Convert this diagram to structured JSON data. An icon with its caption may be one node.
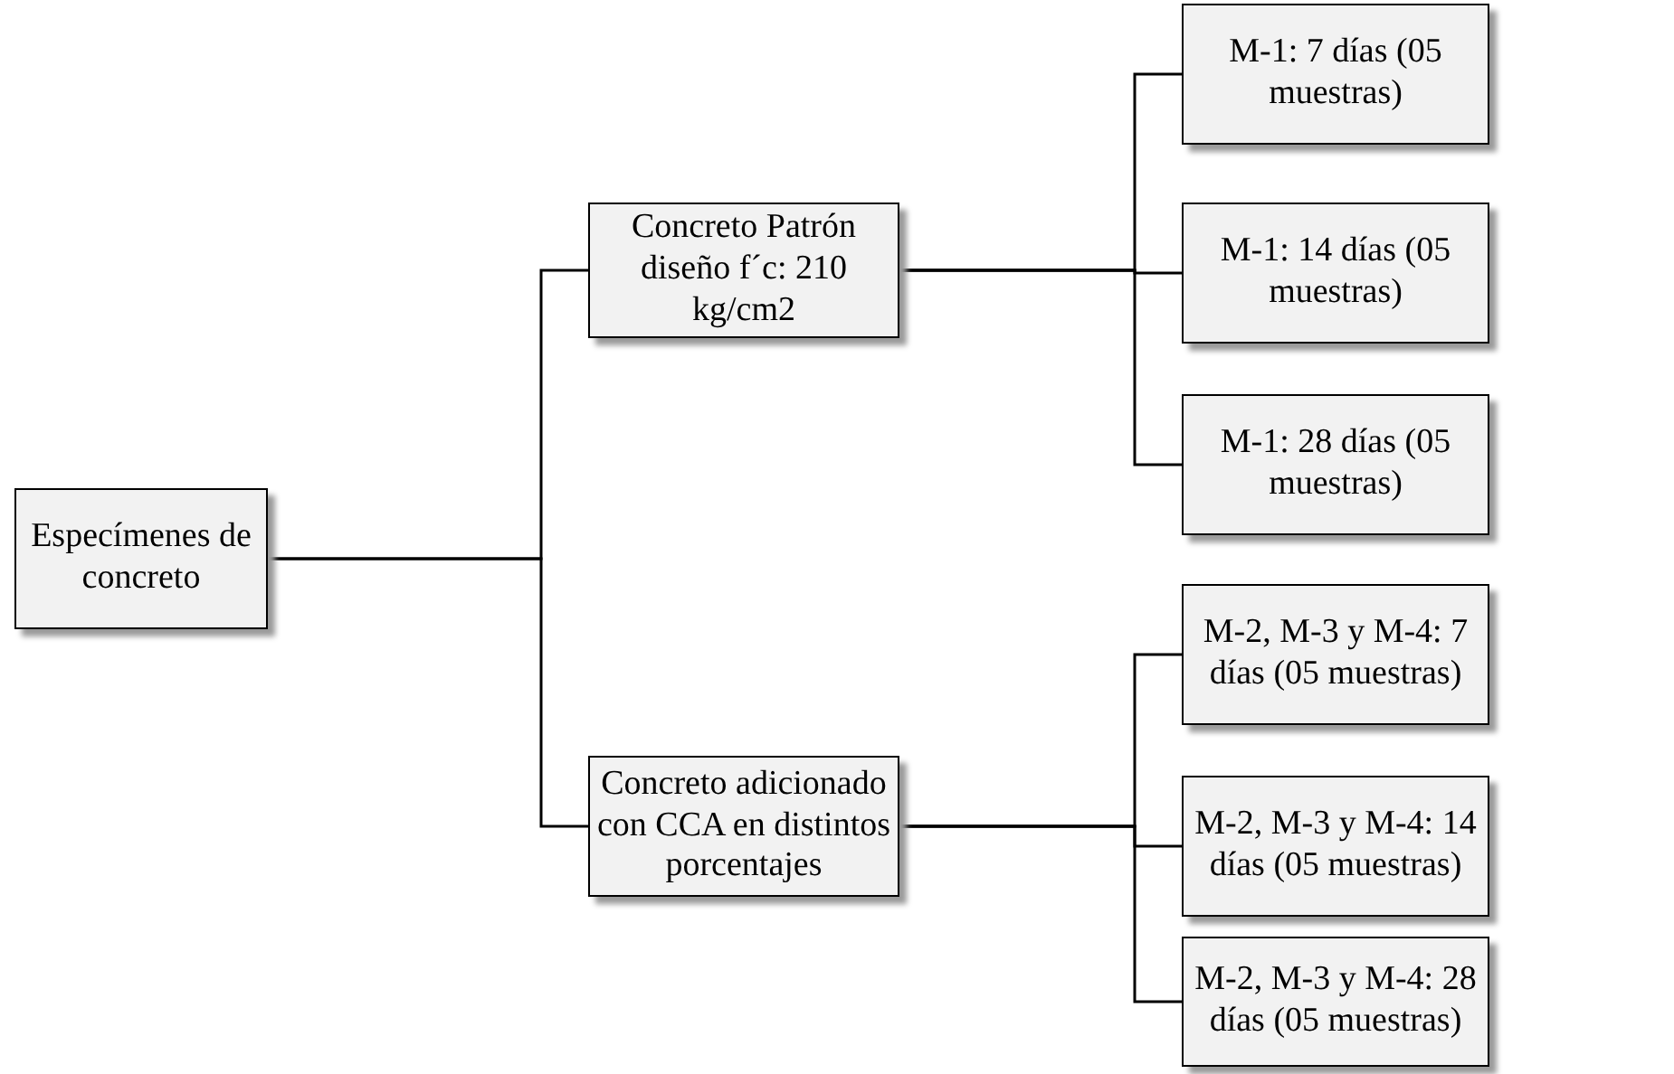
{
  "diagram": {
    "nodes": [
      {
        "text": [
          "Especímenes de concreto"
        ]
      },
      {
        "text": [
          "Concreto Patrón diseño f´c: 210 kg/cm2"
        ]
      },
      {
        "text": [
          "Concreto adicionado con CCA en distintos porcentajes"
        ]
      },
      {
        "text": [
          "M-1: 7 días (05 muestras)"
        ]
      },
      {
        "text": [
          "M-1: 14 días (05 muestras)"
        ]
      },
      {
        "text": [
          "M-1: 28 días (05 muestras)"
        ]
      },
      {
        "text": [
          "M-2, M-3 y M-4: 7 días (05 muestras)"
        ]
      },
      {
        "text": [
          "M-2, M-3 y M-4: 14 días (05 muestras)"
        ]
      },
      {
        "text": [
          "M-2, M-3 y M-4: 28 días (05 muestras)"
        ]
      }
    ],
    "edges": [
      {
        "from": 0,
        "to": 1,
        "arrow": "none"
      },
      {
        "from": 0,
        "to": 2,
        "arrow": "none"
      },
      {
        "from": 1,
        "to": 3,
        "arrow": "none"
      },
      {
        "from": 1,
        "to": 4,
        "arrow": "none"
      },
      {
        "from": 1,
        "to": 5,
        "arrow": "none"
      },
      {
        "from": 2,
        "to": 6,
        "arrow": "none"
      },
      {
        "from": 2,
        "to": 7,
        "arrow": "none"
      },
      {
        "from": 2,
        "to": 8,
        "arrow": "none"
      }
    ]
  }
}
